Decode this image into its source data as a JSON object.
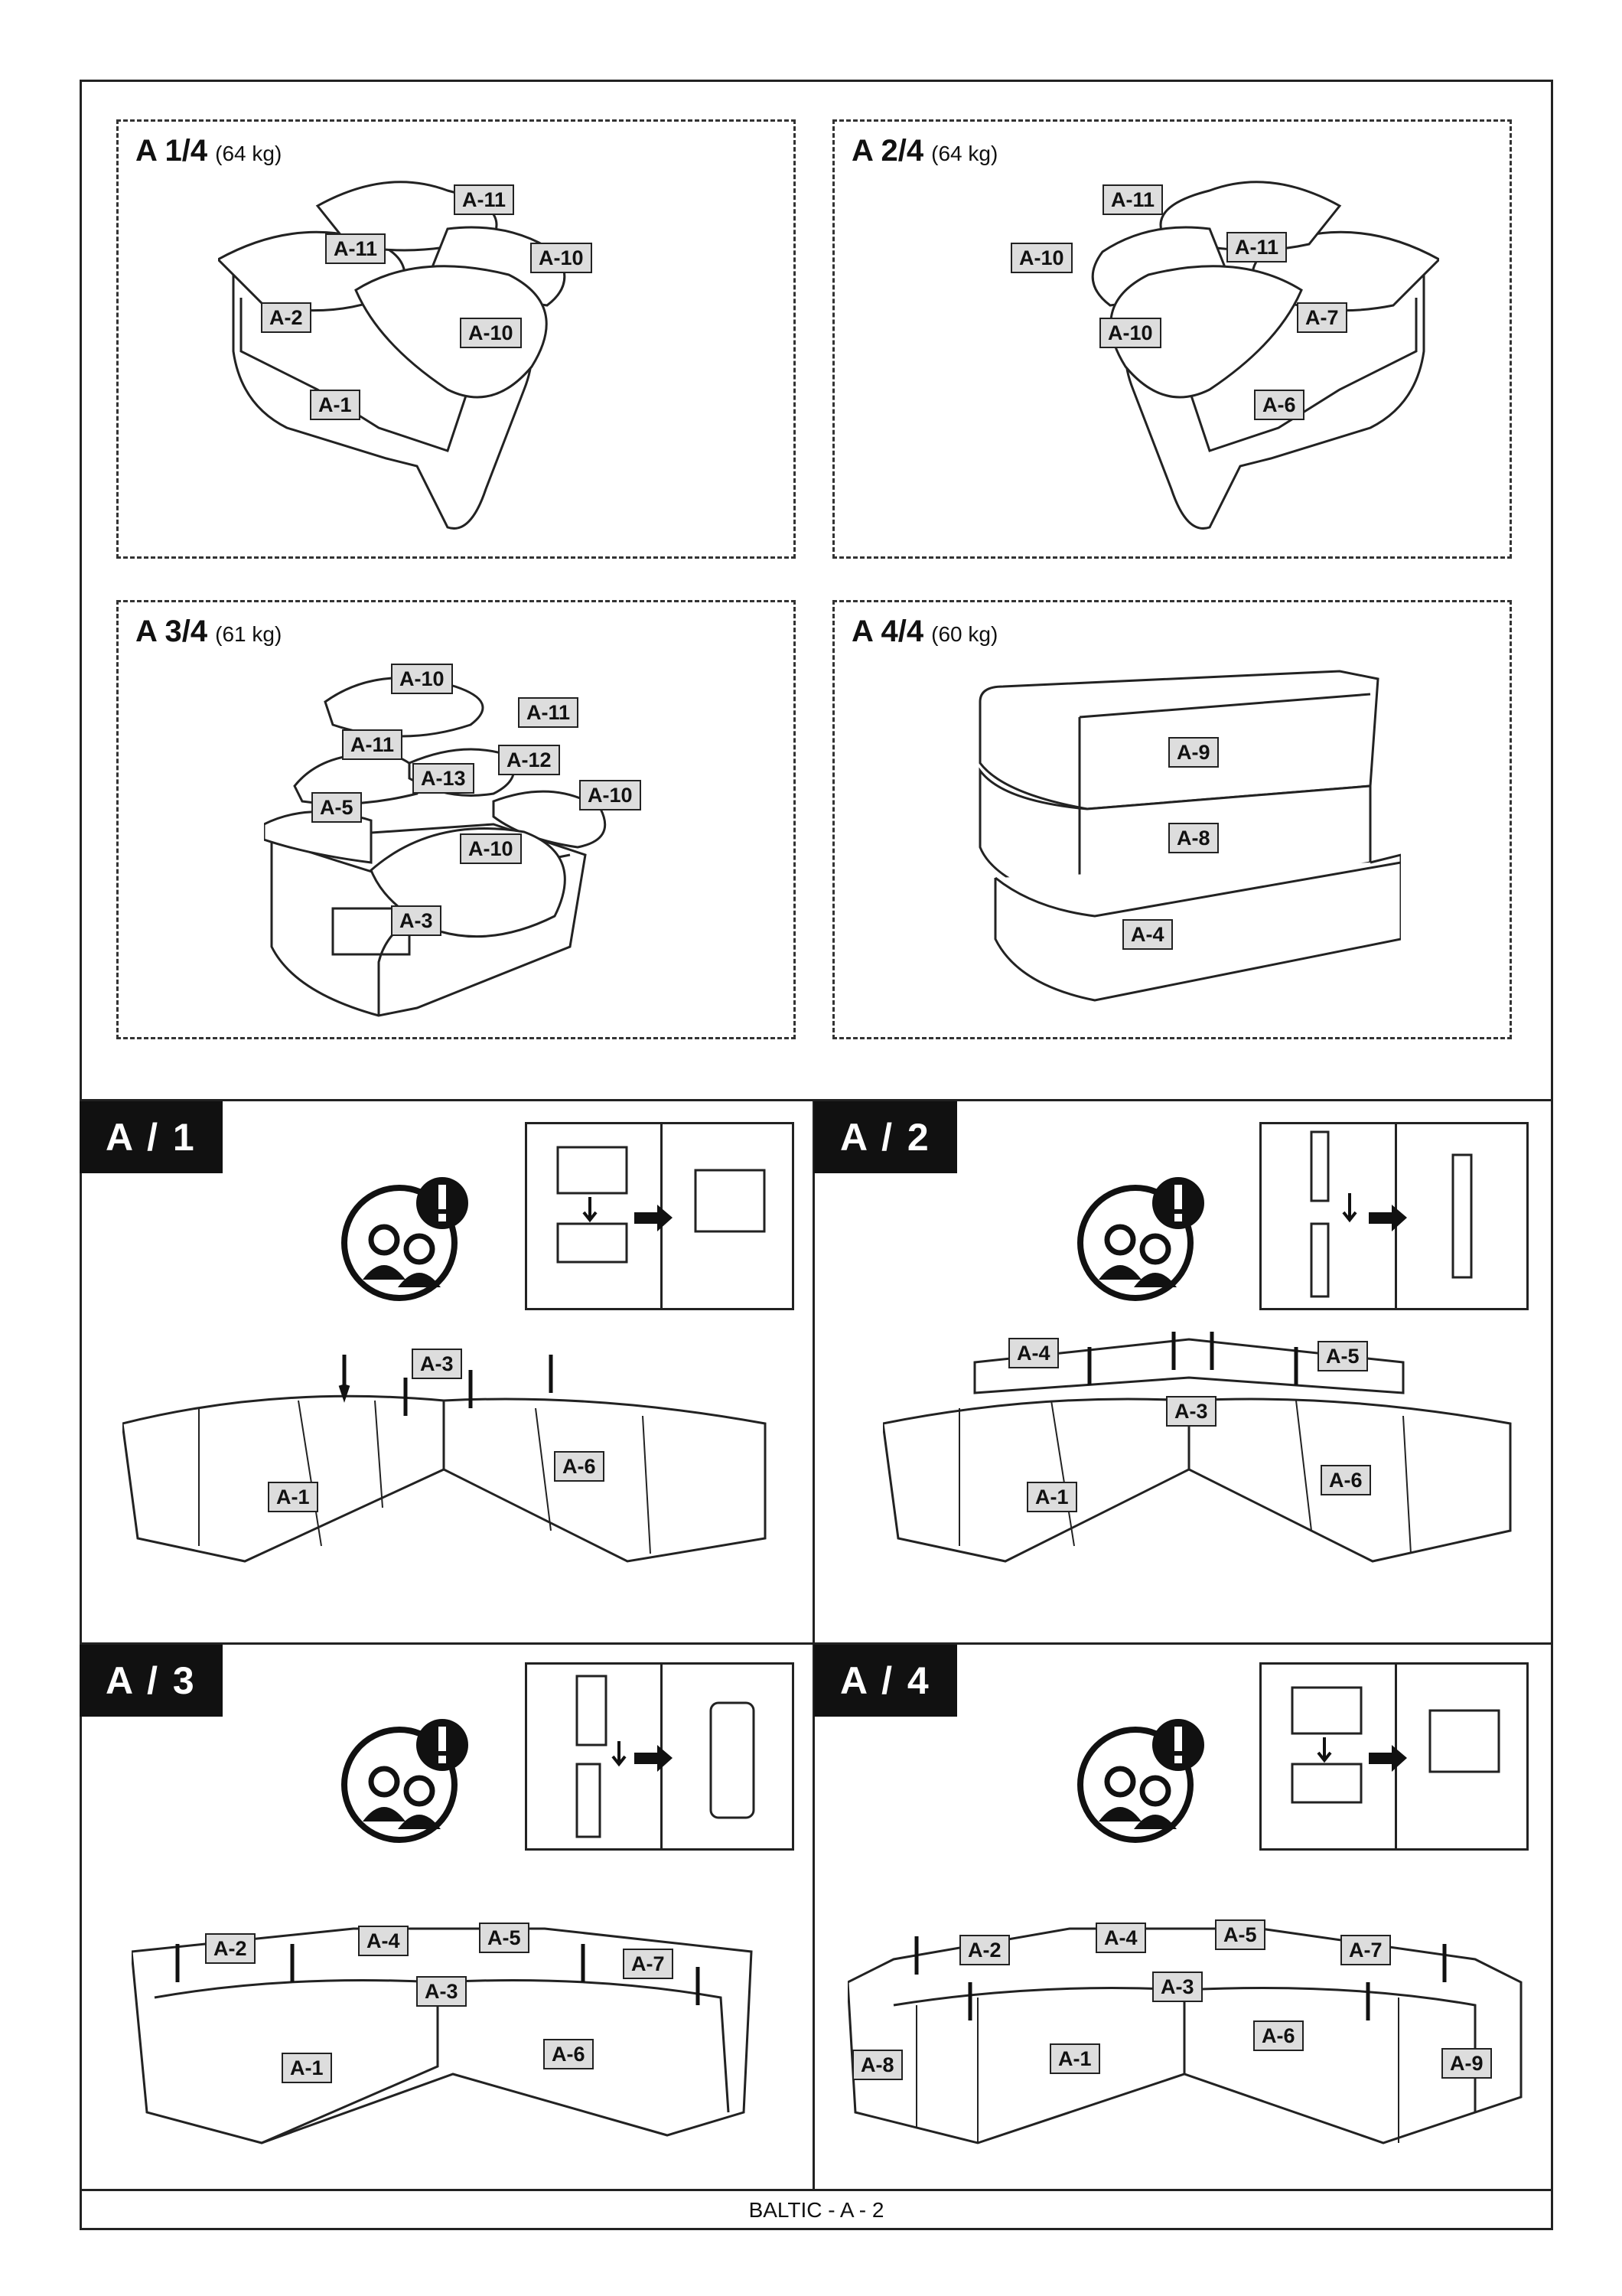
{
  "packages": [
    {
      "title": "A 1/4",
      "weight": "(64 kg)",
      "labels": [
        "A-11",
        "A-11",
        "A-10",
        "A-2",
        "A-10",
        "A-1"
      ]
    },
    {
      "title": "A 2/4",
      "weight": "(64 kg)",
      "labels": [
        "A-11",
        "A-10",
        "A-11",
        "A-7",
        "A-10",
        "A-6"
      ]
    },
    {
      "title": "A 3/4",
      "weight": "(61 kg)",
      "labels": [
        "A-10",
        "A-11",
        "A-11",
        "A-13",
        "A-12",
        "A-10",
        "A-5",
        "A-10",
        "A-3"
      ]
    },
    {
      "title": "A 4/4",
      "weight": "(60 kg)",
      "labels": [
        "A-9",
        "A-8",
        "A-4"
      ]
    }
  ],
  "steps": [
    {
      "badge": "A / 1",
      "labels": [
        "A-3",
        "A-6",
        "A-1"
      ]
    },
    {
      "badge": "A / 2",
      "labels": [
        "A-4",
        "A-5",
        "A-3",
        "A-6",
        "A-1"
      ]
    },
    {
      "badge": "A / 3",
      "labels": [
        "A-2",
        "A-4",
        "A-5",
        "A-7",
        "A-3",
        "A-6",
        "A-1"
      ]
    },
    {
      "badge": "A / 4",
      "labels": [
        "A-2",
        "A-4",
        "A-5",
        "A-7",
        "A-3",
        "A-6",
        "A-1",
        "A-8",
        "A-9"
      ]
    }
  ],
  "icons": {
    "warning": "two-person-warning-icon",
    "bracket": "bracket-assembly-icon"
  },
  "footer": "BALTIC - A - 2"
}
